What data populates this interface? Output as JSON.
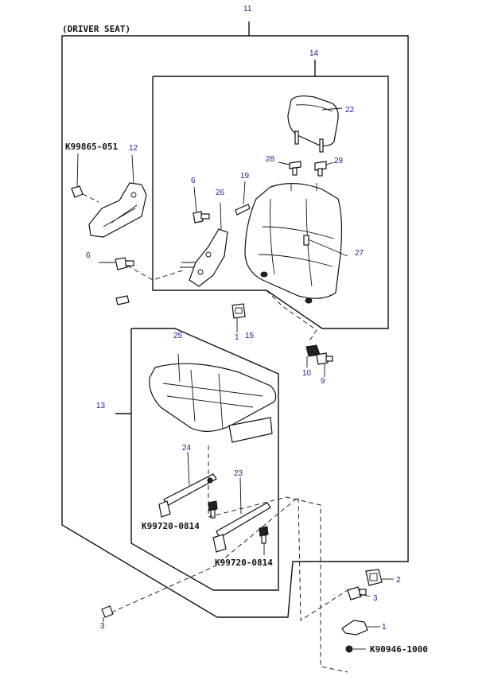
{
  "title": "(DRIVER SEAT)",
  "part_numbers": {
    "k99865": "K99865-051",
    "k99720_a": "K99720-0814",
    "k99720_b": "K99720-0814",
    "k90946": "K90946-1000"
  },
  "callouts": {
    "c11": "11",
    "c14": "14",
    "c22": "22",
    "c28": "28",
    "c29": "29",
    "c12": "12",
    "c6a": "6",
    "c19": "19",
    "c26": "26",
    "c27": "27",
    "c6b": "6",
    "c1a": "1",
    "c15": "15",
    "c25": "25",
    "c10": "10",
    "c9": "9",
    "c13": "13",
    "c24": "24",
    "c23": "23",
    "c2": "2",
    "c3a": "3",
    "c1b": "1",
    "c3b": "3"
  },
  "colors": {
    "line": "#111111",
    "callout_text": "#1a1f8f",
    "background": "#ffffff"
  }
}
